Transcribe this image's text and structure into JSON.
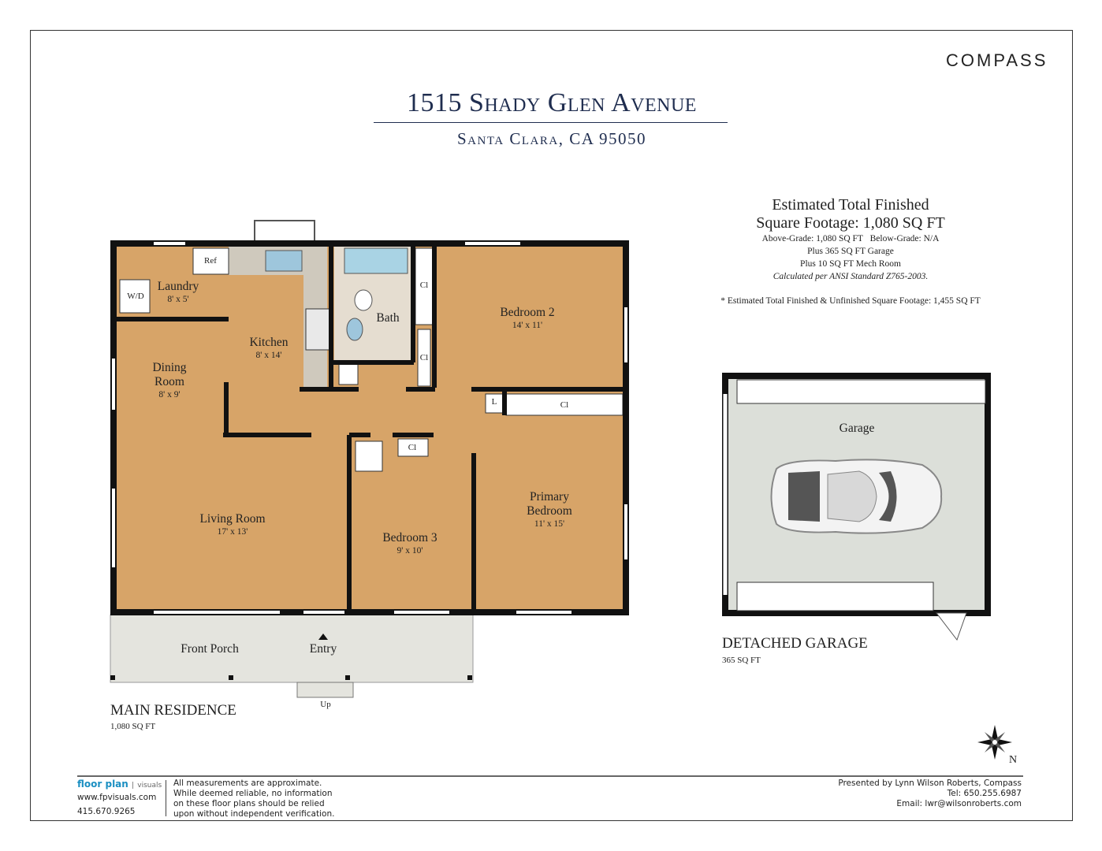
{
  "header": {
    "title": "1515 Shady Glen Avenue",
    "subtitle": "Santa Clara, CA 95050",
    "logo": "COMPASS"
  },
  "square_footage": {
    "line1": "Estimated Total Finished",
    "line2": "Square Footage: 1,080 SQ FT",
    "above_grade": "Above-Grade: 1,080 SQ FT",
    "below_grade": "Below-Grade: N/A",
    "garage": "Plus 365 SQ FT Garage",
    "mech": "Plus 10 SQ FT Mech Room",
    "standard": "Calculated per ANSI Standard Z765-2003.",
    "note": "* Estimated Total Finished & Unfinished Square Footage: 1,455 SQ FT"
  },
  "rooms": {
    "laundry": {
      "name": "Laundry",
      "dim": "8' x 5'"
    },
    "ref": "Ref",
    "wd": "W/D",
    "kitchen": {
      "name": "Kitchen",
      "dim": "8' x 14'"
    },
    "dining": {
      "name": "Dining Room",
      "dim": "8' x 9'"
    },
    "bath": {
      "name": "Bath"
    },
    "bedroom2": {
      "name": "Bedroom 2",
      "dim": "14' x 11'"
    },
    "closet": "Cl",
    "linen": "L",
    "living": {
      "name": "Living Room",
      "dim": "17' x 13'"
    },
    "bedroom3": {
      "name": "Bedroom 3",
      "dim": "9' x 10'"
    },
    "primary": {
      "name": "Primary Bedroom",
      "dim": "11' x 15'"
    },
    "porch": "Front Porch",
    "entry": "Entry",
    "up": "Up",
    "garage": "Garage"
  },
  "sections": {
    "main": {
      "title": "MAIN RESIDENCE",
      "area": "1,080 SQ FT"
    },
    "garage": {
      "title": "DETACHED GARAGE",
      "area": "365 SQ FT"
    }
  },
  "compass": {
    "label": "N"
  },
  "footer": {
    "brand": "floor plan",
    "brand_sub": "visuals",
    "website": "www.fpvisuals.com",
    "phone": "415.670.9265",
    "disclaimer": [
      "All measurements are approximate.",
      "While deemed reliable, no information",
      "on these floor plans should be relied",
      "upon without independent verification."
    ],
    "presented": "Presented by Lynn Wilson Roberts, Compass",
    "tel": "Tel: 650.255.6987",
    "email": "Email: lwr@wilsonroberts.com"
  },
  "colors": {
    "wood": "#d7a468",
    "wall": "#111111",
    "porch": "#e4e4de",
    "garage_floor": "#dcdfd9",
    "title": "#1f2d4f",
    "brand": "#1b8fc2"
  }
}
